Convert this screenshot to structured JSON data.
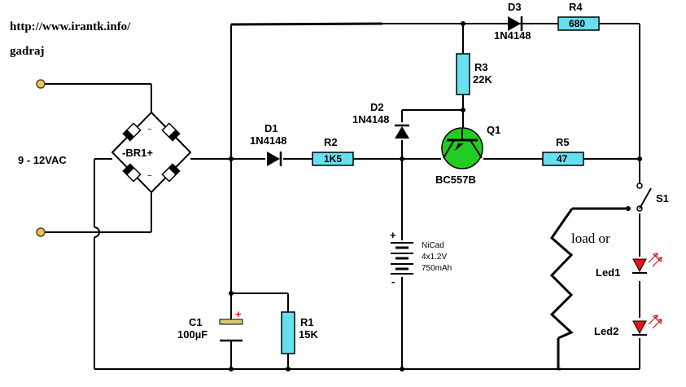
{
  "header": {
    "url": "http://www.irantk.info/",
    "author": "gadraj"
  },
  "supply": {
    "label": "9 - 12VAC"
  },
  "bridge": {
    "label": "-BR1+",
    "tilde": "~"
  },
  "d1": {
    "name": "D1",
    "part": "1N4148"
  },
  "r2": {
    "name": "R2",
    "value": "1K5"
  },
  "d2": {
    "name": "D2",
    "part": "1N4148"
  },
  "r3": {
    "name": "R3",
    "value": "22K"
  },
  "d3": {
    "name": "D3",
    "part": "1N4148"
  },
  "r4": {
    "name": "R4",
    "value": "680"
  },
  "q1": {
    "name": "Q1",
    "part": "BC557B"
  },
  "r5": {
    "name": "R5",
    "value": "47"
  },
  "s1": {
    "name": "S1"
  },
  "battery": {
    "chem": "NiCad",
    "config": "4x1.2V",
    "capacity": "750mAh",
    "plus": "+",
    "minus": "-"
  },
  "c1": {
    "name": "C1",
    "value": "100µF",
    "plus": "+"
  },
  "r1": {
    "name": "R1",
    "value": "15K"
  },
  "load": {
    "label": "load  or"
  },
  "led1": {
    "name": "Led1"
  },
  "led2": {
    "name": "Led2"
  },
  "colors": {
    "resistor_fill": "#66dfee",
    "transistor_fill": "#22cc22",
    "led_fill": "#ee1111",
    "terminal_fill": "#f5c542",
    "cap_plus": "#ff0000"
  }
}
